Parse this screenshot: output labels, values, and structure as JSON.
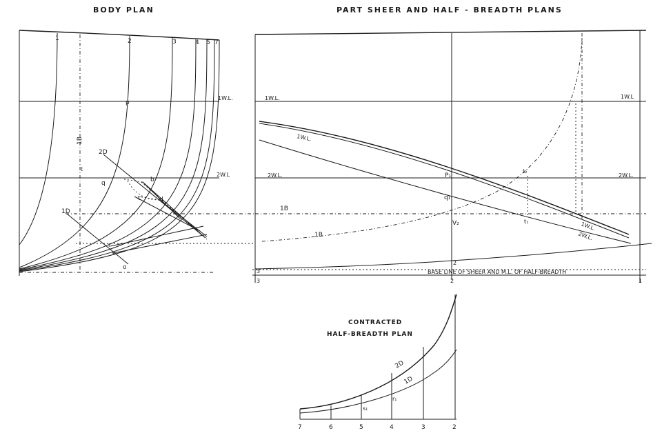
{
  "titles": {
    "body_plan": "BODY PLAN",
    "sheer_plans": "PART SHEER AND HALF - BREADTH PLANS",
    "contracted_1": "CONTRACTED",
    "contracted_2": "HALF-BREADTH PLAN"
  },
  "body_plan": {
    "section_numbers": [
      "1",
      "2",
      "3",
      "4",
      "5",
      "7"
    ],
    "wl1": "1W.L.",
    "wl2": "2W.L",
    "label_1b": "1B",
    "label_2d": "2D",
    "label_1d": "1D",
    "points": {
      "p": "p",
      "q": "q",
      "b": "b",
      "c": "c",
      "d": "d",
      "r": "r",
      "s": "s",
      "o": "o",
      "t": "t"
    }
  },
  "sheer_plan": {
    "wl1_left": "1W.L.",
    "wl1_right": "1W.L",
    "wl2_left": "2W.L.",
    "wl2_right": "2W.L.",
    "curve_1wl": "1W.L.",
    "label_1b_upper": "1B",
    "label_1b_lower": "1B",
    "label_p1": "P₁",
    "label_q1": "q₁",
    "label_v2": "V₂",
    "label_t2": "t₂",
    "label_t1": "t₁",
    "end_1wl": "1W.L.",
    "end_2wl": "2W.L.",
    "base_line": "BASE LINE OF SHEER AND M.L. OF HALF-BREADTH",
    "sec3_top": "3",
    "sec3_bot": "3",
    "sec2_top": "2",
    "sec2_bot": "2",
    "sec1_bot": "1"
  },
  "contracted_plan": {
    "curve_2d": "2D",
    "curve_1d": "1D",
    "label_s1": "s₁",
    "label_r1": "r₁",
    "stations": [
      "7",
      "6",
      "5",
      "4",
      "3",
      "2"
    ]
  }
}
